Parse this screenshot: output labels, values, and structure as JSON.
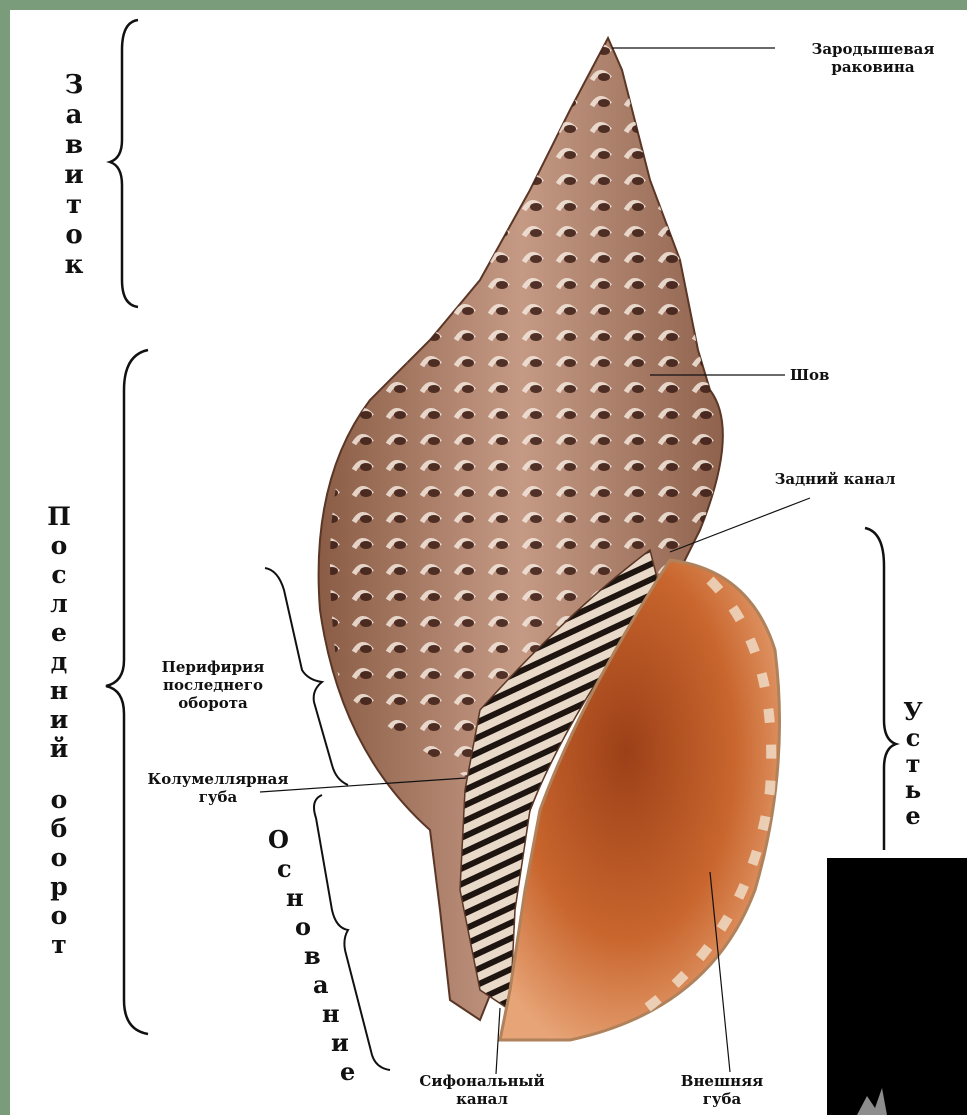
{
  "labels": {
    "protoconch": "Зародышевая\nраковина",
    "suture": "Шов",
    "posterior_canal": "Задний канал",
    "periphery": "Перифирия\nпоследнего\nоборота",
    "columellar_lip": "Колумеллярная\nгуба",
    "siphonal_canal": "Сифональный\nканал",
    "outer_lip": "Внешняя\nгуба"
  },
  "vertical_labels": {
    "spire": "Завиток",
    "body_whorl": "Последний оборот",
    "base": "Основание",
    "aperture": "Устье"
  },
  "colors": {
    "frame": "#7a9c7a",
    "shell_dark": "#6b3e2a",
    "shell_light": "#c9a38c",
    "aperture": "#c5632a"
  }
}
